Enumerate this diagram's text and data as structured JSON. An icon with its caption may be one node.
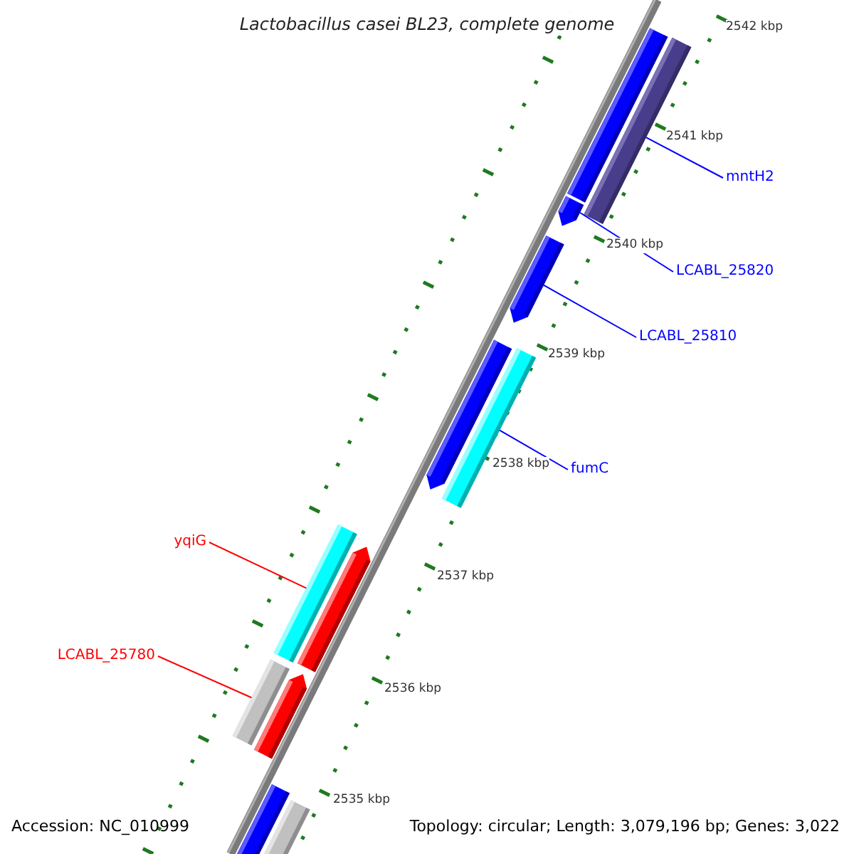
{
  "diagram": {
    "title": "Lactobacillus casei BL23, complete genome",
    "nodes": [
      {
        "text": [],
        "shape": "bar"
      },
      {
        "text": [],
        "shape": "bar"
      },
      {
        "text": [
          "mntH2"
        ]
      },
      {
        "text": [],
        "shape": "bar"
      },
      {
        "text": [
          "LCABL_25820"
        ]
      },
      {
        "text": [],
        "shape": "bar"
      },
      {
        "text": [
          "LCABL_25810"
        ]
      },
      {
        "text": [],
        "shape": "bar"
      },
      {
        "text": [],
        "shape": "bar"
      },
      {
        "text": [
          "fumC"
        ]
      },
      {
        "text": [
          "yqiG"
        ]
      },
      {
        "text": [],
        "shape": "bar"
      },
      {
        "text": [],
        "shape": "bar"
      },
      {
        "text": [
          "LCABL_25780"
        ]
      },
      {
        "text": [],
        "shape": "bar"
      },
      {
        "text": [],
        "shape": "bar"
      },
      {
        "text": [],
        "shape": "bar"
      },
      {
        "text": [],
        "shape": "bar"
      }
    ],
    "edges": [
      {
        "from": 2,
        "to": 1,
        "arrow": "none"
      },
      {
        "from": 4,
        "to": 3,
        "arrow": "none"
      },
      {
        "from": 6,
        "to": 5,
        "arrow": "none"
      },
      {
        "from": 9,
        "to": 8,
        "arrow": "none"
      },
      {
        "from": 10,
        "to": 11,
        "arrow": "none",
        "color": "#ff0000"
      },
      {
        "from": 13,
        "to": 14,
        "arrow": "none",
        "color": "#ff0000"
      }
    ],
    "labels": [
      "2542 kbp",
      "2541 kbp",
      "2540 kbp",
      "2539 kbp",
      "2538 kbp",
      "2537 kbp",
      "2536 kbp",
      "2535 kbp",
      "Accession: NC_010999",
      "Topology: circular; Length: 3,079,196 bp; Genes: 3,022"
    ]
  }
}
